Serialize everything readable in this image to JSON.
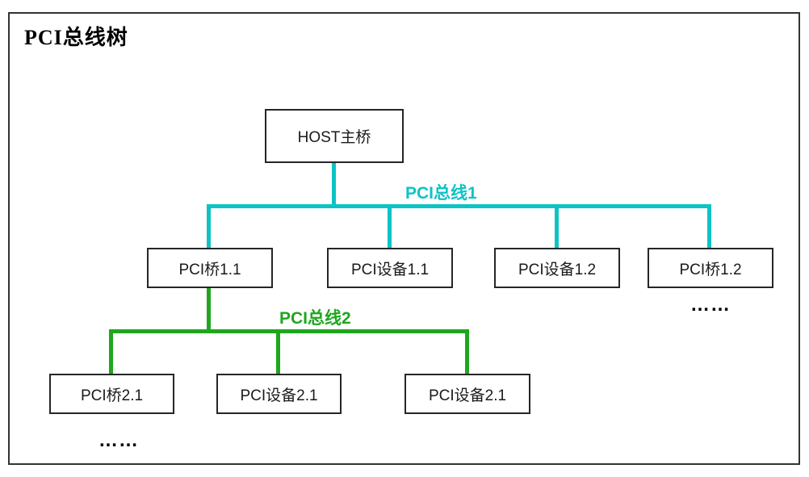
{
  "title": "PCI总线树",
  "colors": {
    "bus1": "#0dc3c6",
    "bus2": "#1ea71e",
    "box_border": "#262626",
    "frame_border": "#333333"
  },
  "nodes": {
    "host": {
      "label": "HOST主桥"
    },
    "bus1": {
      "label": "PCI总线1",
      "children": [
        {
          "label": "PCI桥1.1"
        },
        {
          "label": "PCI设备1.1"
        },
        {
          "label": "PCI设备1.2"
        },
        {
          "label": "PCI桥1.2"
        }
      ],
      "ellipsis": "……"
    },
    "bus2": {
      "label": "PCI总线2",
      "children": [
        {
          "label": "PCI桥2.1"
        },
        {
          "label": "PCI设备2.1"
        },
        {
          "label": "PCI设备2.1"
        }
      ],
      "ellipsis": "……"
    }
  }
}
